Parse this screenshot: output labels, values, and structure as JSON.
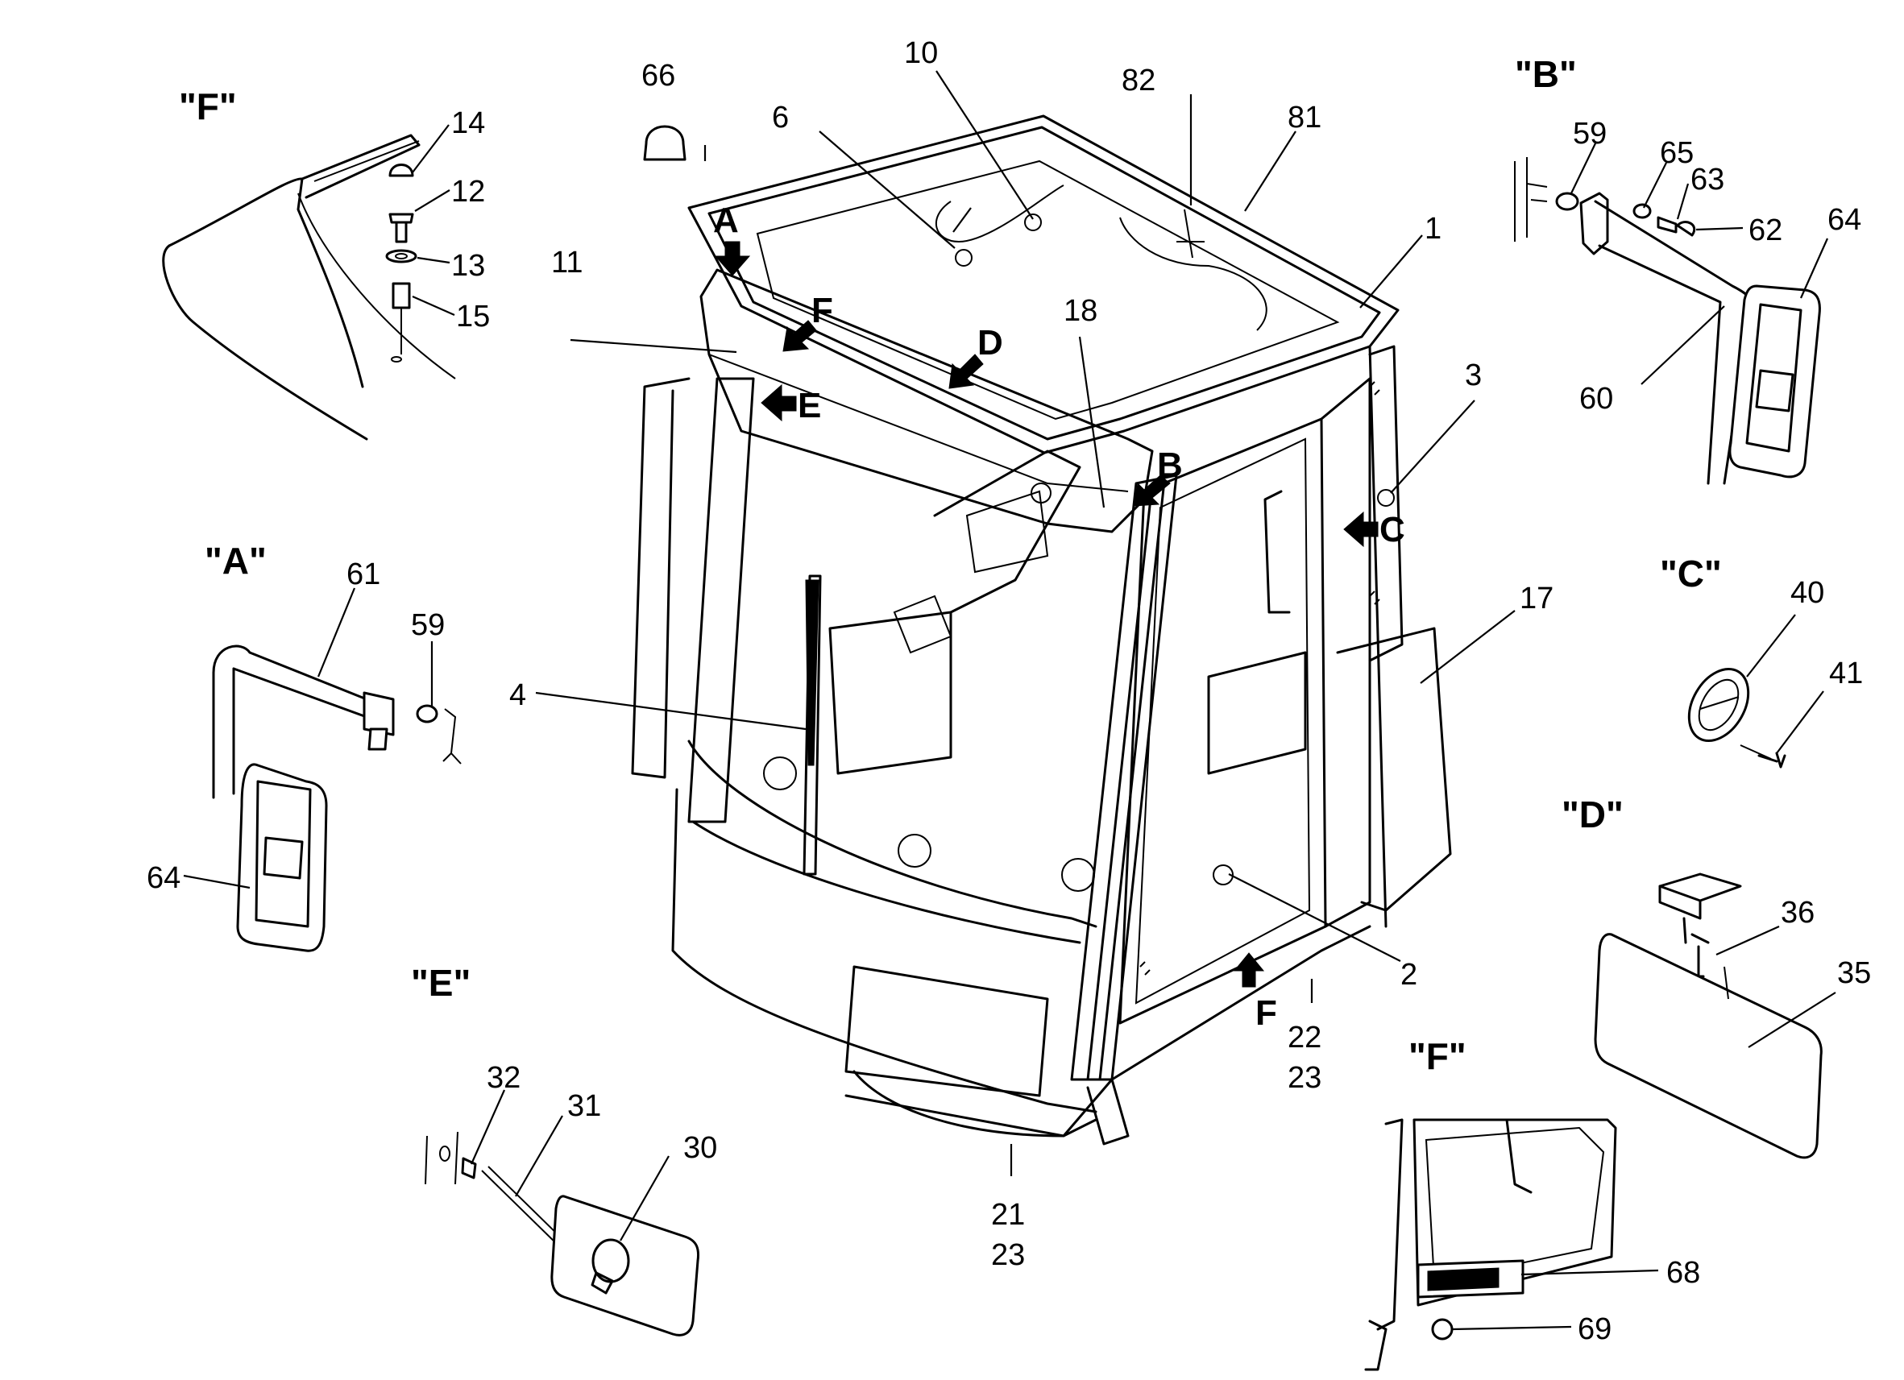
{
  "views": {
    "F_top": "\"F\"",
    "A": "\"A\"",
    "B": "\"B\"",
    "C": "\"C\"",
    "D": "\"D\"",
    "E": "\"E\"",
    "F_bottom": "\"F\""
  },
  "arrows": {
    "A": "A",
    "B": "B",
    "C": "C",
    "D": "D",
    "E": "E",
    "F_top": "F",
    "F_bottom": "F"
  },
  "callouts": {
    "n1": "1",
    "n2": "2",
    "n3": "3",
    "n4": "4",
    "n6": "6",
    "n10": "10",
    "n11": "11",
    "n12": "12",
    "n13": "13",
    "n14": "14",
    "n15": "15",
    "n17": "17",
    "n18": "18",
    "n21": "21",
    "n22": "22",
    "n23a": "23",
    "n23b": "23",
    "n30": "30",
    "n31": "31",
    "n32": "32",
    "n35": "35",
    "n36": "36",
    "n40": "40",
    "n41": "41",
    "n59a": "59",
    "n59b": "59",
    "n60": "60",
    "n61": "61",
    "n62": "62",
    "n63": "63",
    "n64a": "64",
    "n64b": "64",
    "n65": "65",
    "n66": "66",
    "n68": "68",
    "n69": "69",
    "n81": "81",
    "n82": "82"
  }
}
